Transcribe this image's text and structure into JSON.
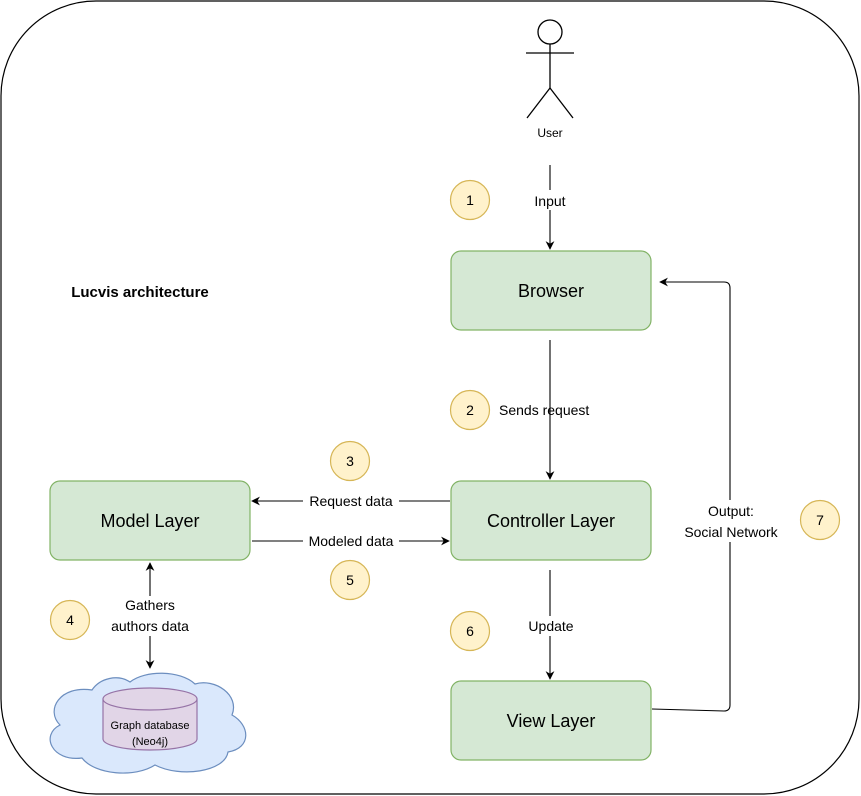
{
  "diagram": {
    "title": "Lucvis architecture",
    "actor": {
      "label": "User"
    },
    "nodes": {
      "browser": "Browser",
      "controller": "Controller Layer",
      "model": "Model Layer",
      "view": "View Layer"
    },
    "database": {
      "line1": "Graph database",
      "line2": "(Neo4j)"
    },
    "edges": {
      "input": "Input",
      "sends_request": "Sends request",
      "request_data": "Request data",
      "modeled_data": "Modeled data",
      "gathers_line1": "Gathers",
      "gathers_line2": "authors data",
      "update": "Update",
      "output_line1": "Output:",
      "output_line2": "Social Network"
    },
    "steps": [
      "1",
      "2",
      "3",
      "4",
      "5",
      "6",
      "7"
    ]
  },
  "colors": {
    "node_fill": "#d5e8d4",
    "node_stroke": "#82b366",
    "step_fill": "#fff2cc",
    "step_stroke": "#d6b656",
    "cloud_fill": "#dae8fc",
    "cloud_stroke": "#6c8ebf",
    "db_fill": "#e1d5e7",
    "db_stroke": "#9673a6"
  }
}
